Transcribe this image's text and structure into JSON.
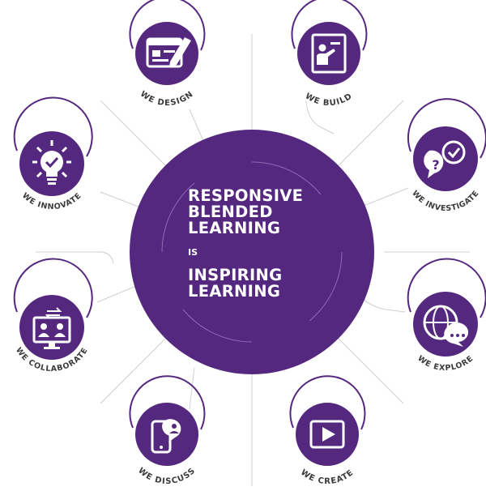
{
  "center": {
    "headline_lines": [
      "RESPONSIVE",
      "BLENDED",
      "LEARNING"
    ],
    "connector": "IS",
    "subline_lines": [
      "INSPIRING",
      "LEARNING"
    ]
  },
  "nodes": [
    {
      "label": "WE DESIGN",
      "icon": "design-window-pencil-icon"
    },
    {
      "label": "WE BUILD",
      "icon": "build-presenter-board-icon"
    },
    {
      "label": "WE INVESTIGATE",
      "icon": "investigate-chat-checkmark-icon"
    },
    {
      "label": "WE EXPLORE",
      "icon": "explore-globe-chat-icon"
    },
    {
      "label": "WE CREATE",
      "icon": "create-play-button-icon"
    },
    {
      "label": "WE DISCUSS",
      "icon": "discuss-phone-chat-icon"
    },
    {
      "label": "WE COLLABORATE",
      "icon": "collaborate-monitor-people-icon"
    },
    {
      "label": "WE INNOVATE",
      "icon": "innovate-lightbulb-icon"
    }
  ],
  "colors": {
    "purple": "#55287f",
    "icon_fill": "#ffffff",
    "line": "#cfcfcf",
    "label": "#3a3a3a"
  }
}
